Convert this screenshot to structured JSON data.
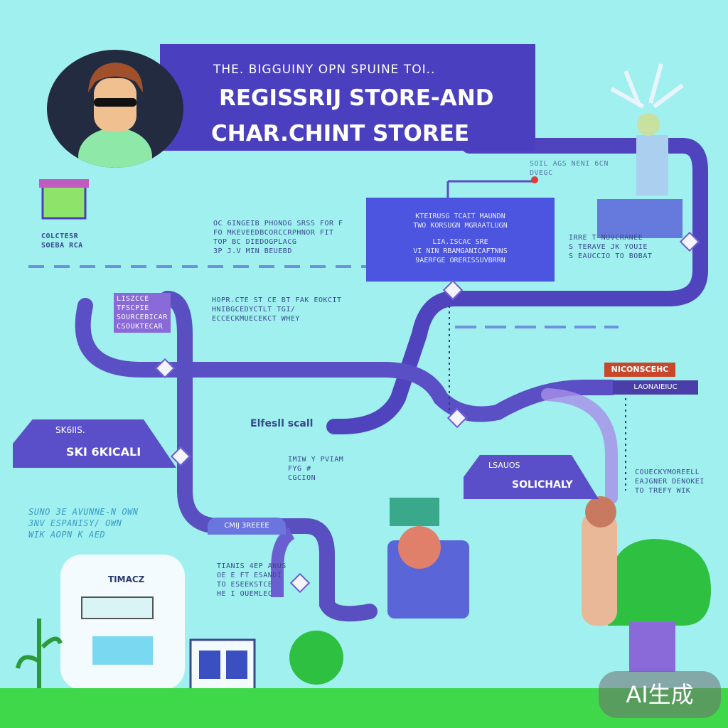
{
  "header": {
    "subtitle": "THE. BIGGUINY OPN SPUINE TOI..",
    "title_line1": "REGISSRIJ STORE-AND",
    "title_line2": "CHAR.CHINT STOREE"
  },
  "left_labels": {
    "shop_caption": [
      "COLCTESR",
      "SOEBA RCA"
    ],
    "skill_arrow_top": "SK6IIS.",
    "skill_arrow_main": "SKI 6KICALI",
    "handwritten": [
      "SUNO 3E AVUNNE-N OWN",
      "3NV ESPANISY/ OWN",
      "WIK AOPN K AED"
    ],
    "truck_label": "TIMACZ"
  },
  "middle_notes": {
    "upper": [
      "OC 6INGEIB PHONDG SRSS FOR F",
      "FO MKEVEEDBCORCCRPHNOR FIT",
      "TOP BC DIEDOGPLACG",
      "3P J.V MIN BEUEBD"
    ],
    "lower": [
      "HOPR.CTE ST CE BT FAK EOKCIT",
      "HNIBGCEDYCTLT TGI/",
      "ECCECKMUECEKCT WHEY"
    ],
    "left_card": [
      "LISZCCE",
      "TFSCPIE",
      "SOURCEBICAR",
      "CSOUKTECAR"
    ],
    "center_small_title": "Elfesll scall",
    "center_small_text": [
      "IMIW Y PVIAM",
      "FYG #",
      "CGCION"
    ],
    "bottom_card_title": "CMIJ 3REEEE",
    "bottom_card_text": [
      "TIANIS 4EP ANUS",
      "OE E FT ESANDI",
      "TO ESEEKSTCE",
      "HE I OUEMLEC"
    ]
  },
  "center_box": {
    "line1": "KTEIRUSG TCAIT MAUNDN",
    "line2": "TWO KORSUGN MGRAATLUGN",
    "line3": "LIA.ISCAC SRE",
    "line4": "VI NIN RBAMGANICAFTNNS",
    "line5": "9AERFGE ORERISSUVBRRN"
  },
  "right_labels": {
    "top_caption": [
      "SOIL AGS NENI 6CN",
      "DVEGC"
    ],
    "notes": [
      "IRRE T NUVCRANEE",
      "S TERAVE JK YOUIE",
      "S EAUCCIO TO BOBAT"
    ],
    "red_label": "NICONSCEHC",
    "dark_label": "LAONAIEIUC",
    "solution_arrow_top": "LSAUOS",
    "solution_arrow_main": "SOLICHALY",
    "bottom_note": [
      "COUECKYMOREELL",
      "EAJGNER DENOKEI",
      "TO TREFY WIK"
    ]
  },
  "watermark": "AI生成",
  "colors": {
    "background": "#9ff0ef",
    "banner": "#4a3fbf",
    "route": "#5a4fc0",
    "center_box": "#4b55e0",
    "ground": "#3ed84a",
    "accent_red": "#c8462a"
  }
}
